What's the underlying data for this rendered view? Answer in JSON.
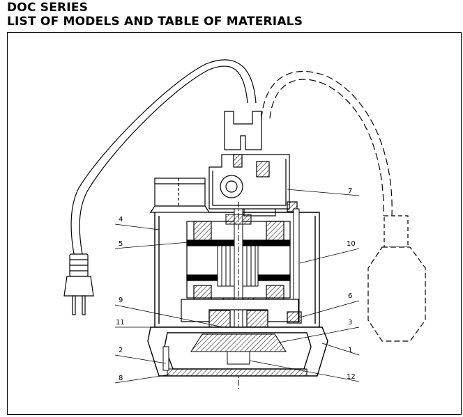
{
  "header": {
    "series_title": "DOC SERIES",
    "subtitle": "LIST OF MODELS AND TABLE OF MATERIALS"
  },
  "diagram": {
    "callouts": [
      "1",
      "2",
      "3",
      "4",
      "5",
      "6",
      "7",
      "8",
      "9",
      "10",
      "11",
      "12"
    ]
  }
}
